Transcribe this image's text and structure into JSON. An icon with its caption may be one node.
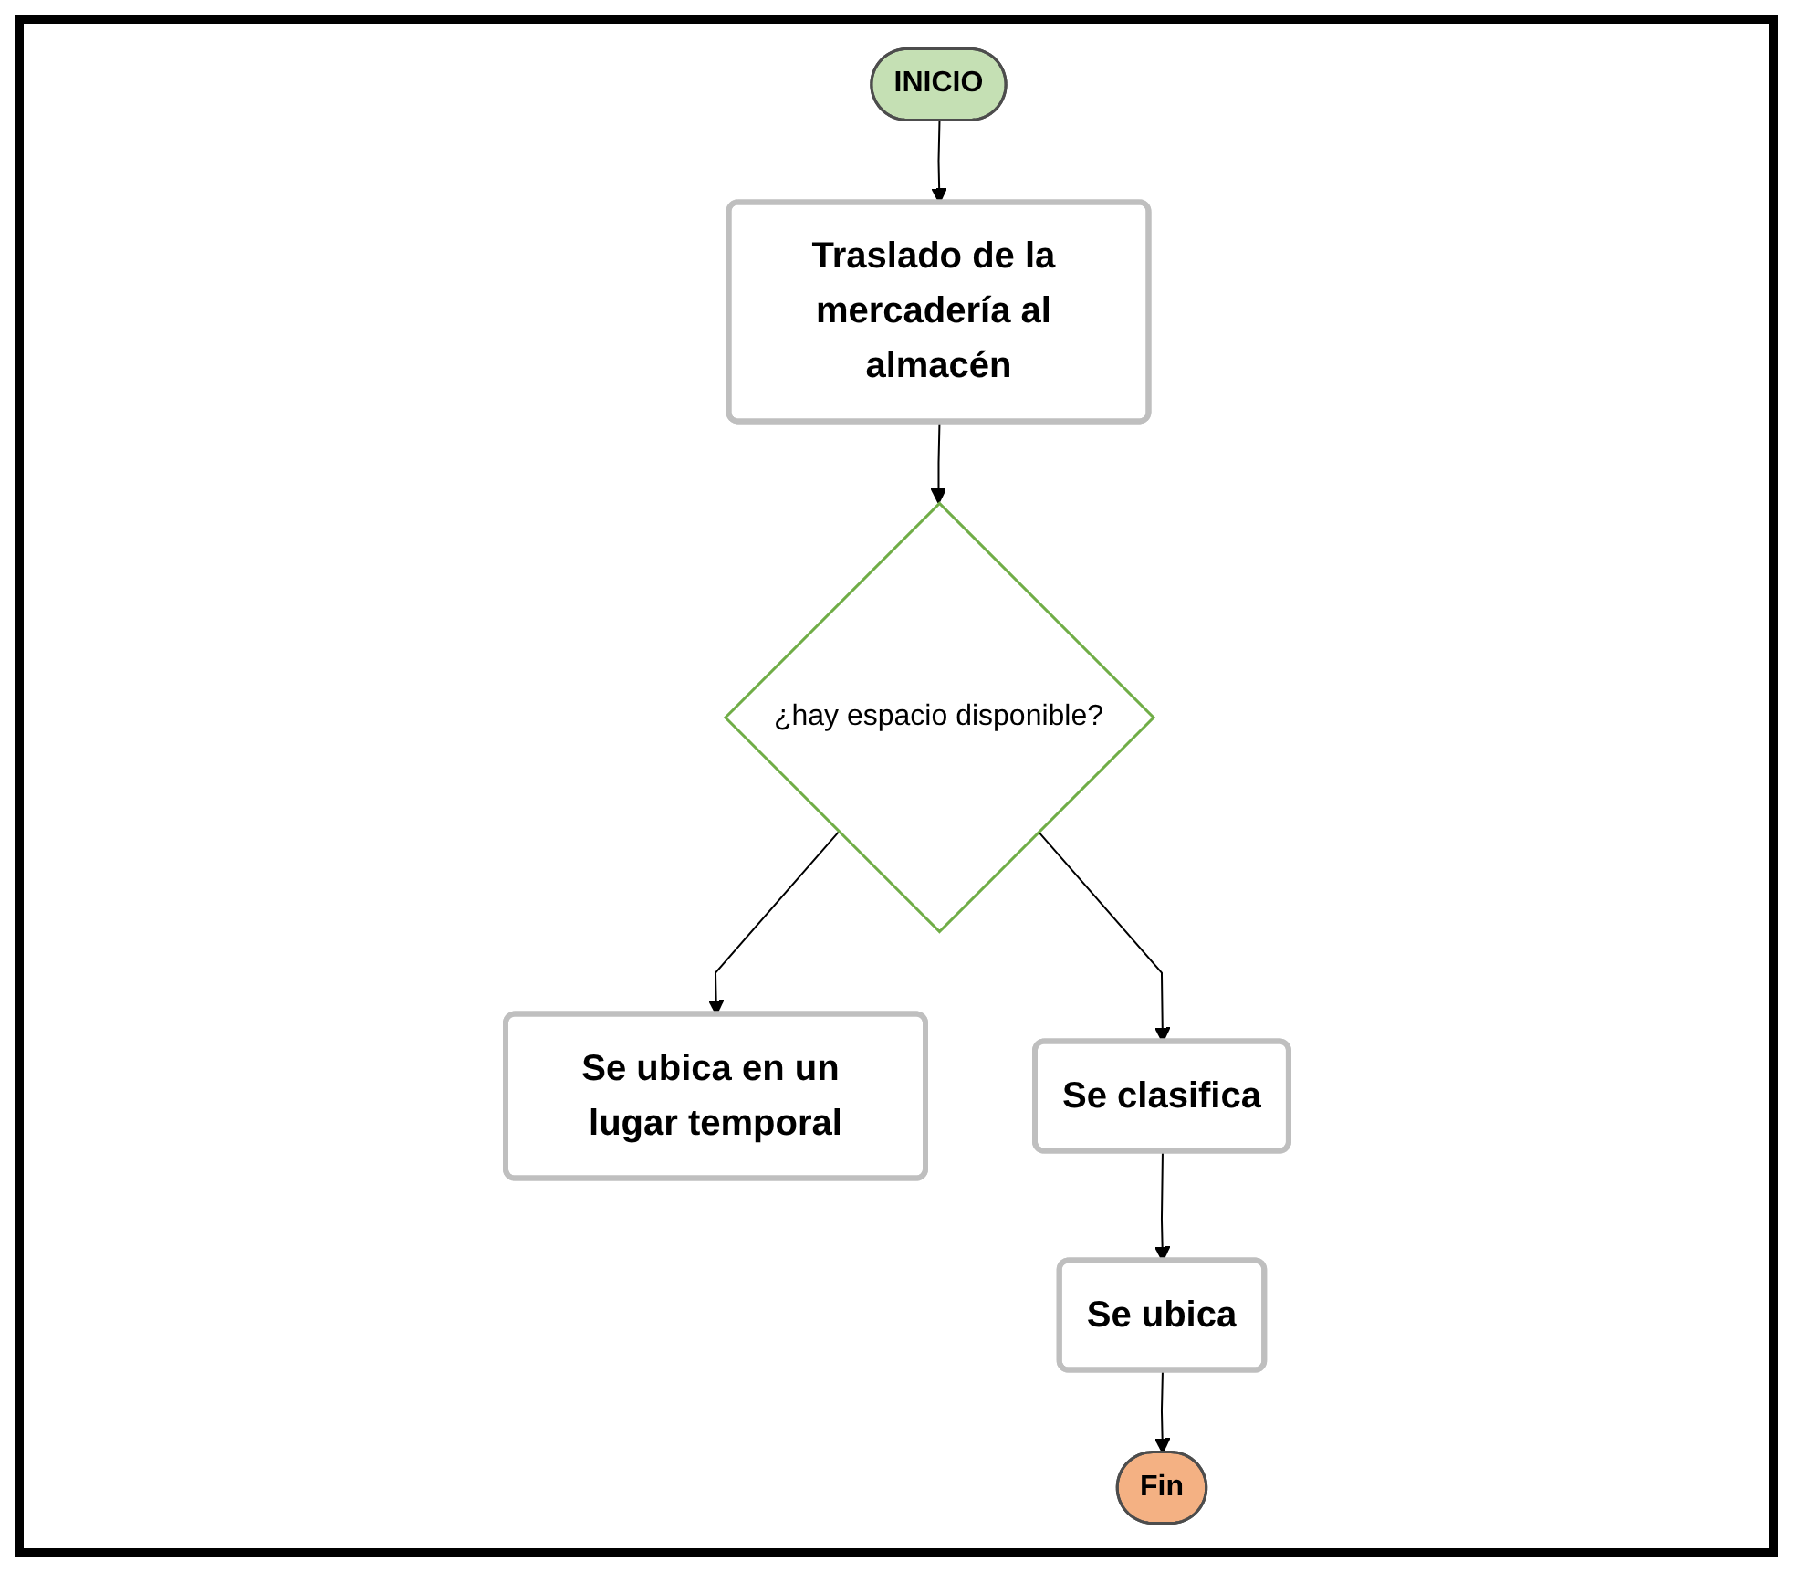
{
  "diagram": {
    "nodes": [
      {
        "text": [
          "INICIO"
        ]
      },
      {
        "text": [
          "Traslado de la mercadería al almacén"
        ]
      },
      {
        "text": [
          "¿hay espacio disponible?"
        ]
      },
      {
        "text": [
          "Se ubica en un lugar temporal"
        ]
      },
      {
        "text": [
          "Se clasifica"
        ]
      },
      {
        "text": [
          "Se ubica"
        ]
      },
      {
        "text": [
          "Fin"
        ]
      }
    ],
    "edges": [
      {
        "from": 0,
        "to": 1,
        "arrow": "to"
      },
      {
        "from": 1,
        "to": 2,
        "arrow": "to"
      },
      {
        "from": 2,
        "to": 3,
        "arrow": "to"
      },
      {
        "from": 2,
        "to": 4,
        "arrow": "to"
      },
      {
        "from": 4,
        "to": 5,
        "arrow": "to"
      },
      {
        "from": 5,
        "to": 6,
        "arrow": "to"
      }
    ]
  }
}
